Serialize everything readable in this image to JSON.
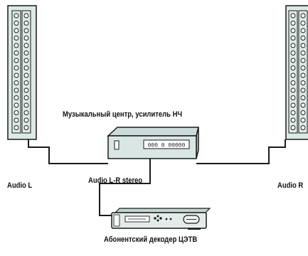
{
  "labels": {
    "music_center": "Музыкальный центр, усилитель НЧ",
    "audio_left": "Audio L",
    "audio_right": "Audio R",
    "audio_stereo": "Audio L-R stereo",
    "decoder": "Абонентский декодер ЦЭТВ"
  },
  "amplifier_display": "000 0 00000",
  "colors": {
    "background": "#ffffff",
    "speaker_fill": "#dde9e6",
    "device_fill": "#d9e6e3",
    "outline": "#1a1a1a"
  },
  "icons": {
    "left_speaker": "column-speaker-icon",
    "right_speaker": "column-speaker-icon",
    "amplifier": "amplifier-icon",
    "decoder": "set-top-box-icon"
  }
}
